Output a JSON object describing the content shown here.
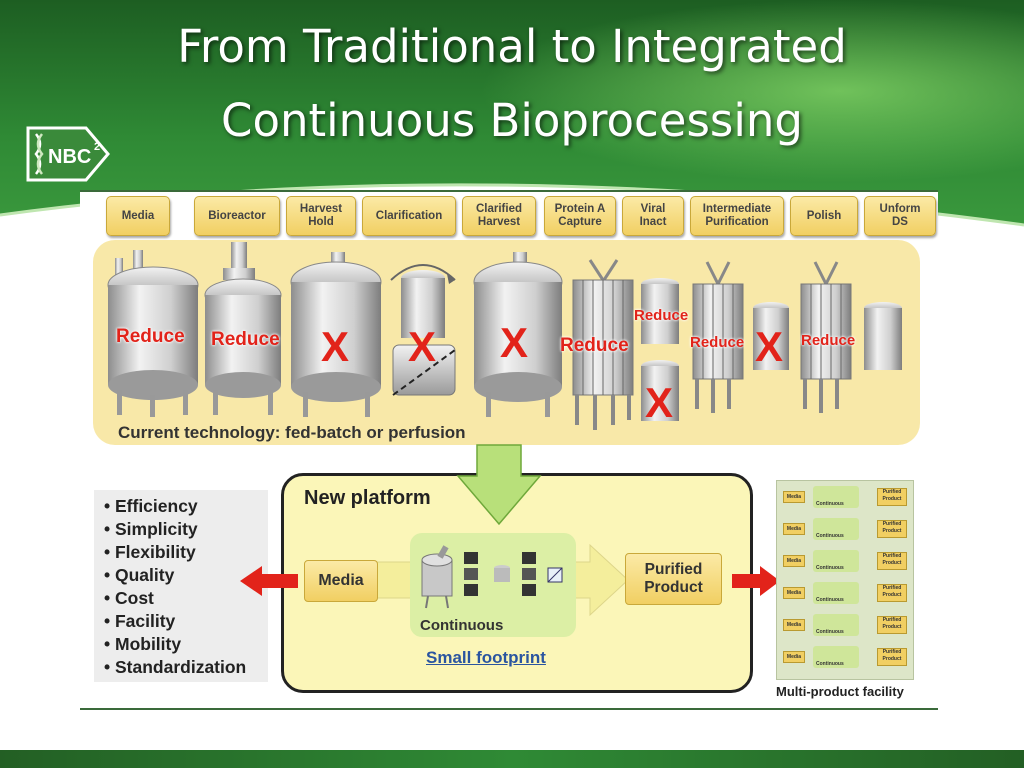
{
  "slide": {
    "title_line1": "From Traditional to Integrated",
    "title_line2": "Continuous Bioprocessing",
    "logo_text": "NBC",
    "logo_superscript": "2"
  },
  "stages": [
    {
      "label": "Media"
    },
    {
      "label": "Bioreactor"
    },
    {
      "label": "Harvest\nHold"
    },
    {
      "label": "Clarification"
    },
    {
      "label": "Clarified\nHarvest"
    },
    {
      "label": "Protein A\nCapture"
    },
    {
      "label": "Viral\nInact"
    },
    {
      "label": "Intermediate\nPurification"
    },
    {
      "label": "Polish"
    },
    {
      "label": "Unform\nDS"
    }
  ],
  "annotations": {
    "reduce": "Reduce",
    "x_mark": "X"
  },
  "current_technology": "Current technology: fed-batch or perfusion",
  "benefits": [
    "• Efficiency",
    "• Simplicity",
    "• Flexibility",
    "• Quality",
    "• Cost",
    "• Facility",
    "• Mobility",
    "• Standardization"
  ],
  "new_platform": {
    "title": "New platform",
    "media": "Media",
    "continuous": "Continuous",
    "purified": "Purified\nProduct",
    "footprint": "Small footprint"
  },
  "multi_product": {
    "label": "Multi-product facility",
    "row_media": "Media",
    "row_continuous": "Continuous",
    "row_product": "Purified\nProduct"
  },
  "colors": {
    "header_green": "#2f8a35",
    "stage_yellow": "#f1cf62",
    "tray_yellow": "#f8e8a8",
    "alert_red": "#e2231a",
    "arrow_green": "#b8e07a",
    "link_blue": "#2a55a0"
  }
}
